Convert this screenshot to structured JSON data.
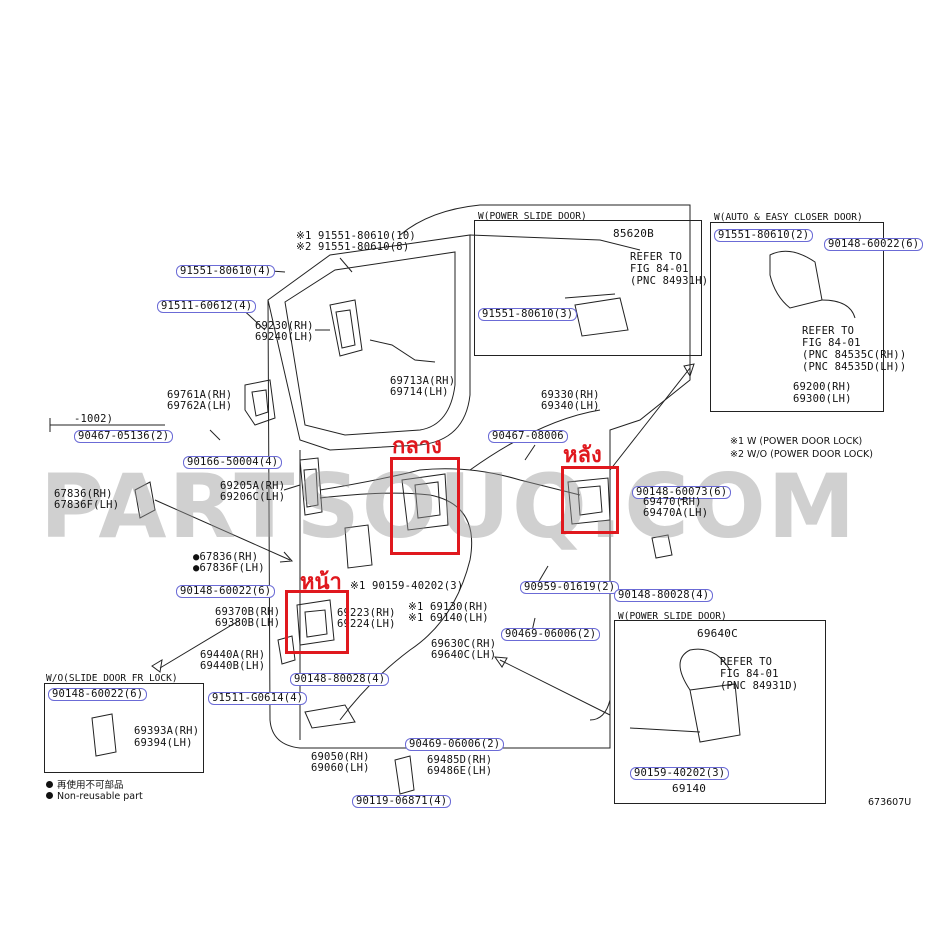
{
  "box_power_slide_door_top": {
    "title": "W(POWER SLIDE DOOR)",
    "part": "85620B",
    "refer": [
      "REFER TO",
      "FIG 84-01",
      "(PNC 84931H)"
    ],
    "bolt": "91551-80610(3)"
  },
  "box_auto_closer": {
    "title": "W(AUTO & EASY CLOSER DOOR)",
    "bolt": "91551-80610(2)",
    "screw": "90148-60022(6)",
    "refer": [
      "REFER TO",
      "FIG 84-01",
      "(PNC 84535C(RH))",
      "(PNC 84535D(LH))"
    ],
    "parts": [
      "69200(RH)",
      "69300(LH)"
    ]
  },
  "box_power_slide_door_bottom": {
    "title": "W(POWER SLIDE DOOR)",
    "part": "69640C",
    "refer": [
      "REFER TO",
      "FIG 84-01",
      "(PNC 84931D)"
    ],
    "bolt": "90159-40202(3)",
    "part2": "69140"
  },
  "box_wo_slide_door": {
    "title": "W/O(SLIDE DOOR FR LOCK)",
    "screw": "90148-60022(6)",
    "parts": [
      "69393A(RH)",
      "69394(LH)"
    ]
  },
  "labels": {
    "l1": "※1 91551-80610(10)",
    "l2": "※2 91551-80610(8)",
    "l3": "91551-80610(4)",
    "l4": "91511-60612(4)",
    "l5a": "69230(RH)",
    "l5b": "69240(LH)",
    "l6a": "69713A(RH)",
    "l6b": "69714(LH)",
    "l7a": "69761A(RH)",
    "l7b": "69762A(LH)",
    "l8": "-1002)",
    "l9": "90467-05136(2)",
    "l10": "90166-50004(4)",
    "l11a": "69330(RH)",
    "l11b": "69340(LH)",
    "l12": "90467-08006",
    "l13a": "69205A(RH)",
    "l13b": "69206C(LH)",
    "l14a": "67836(RH)",
    "l14b": "67836F(LH)",
    "l15a": "●67836(RH)",
    "l15b": "●67836F(LH)",
    "l16": "90148-60022(6)",
    "l17": "※1 90159-40202(3)",
    "l18a": "69370B(RH)",
    "l18b": "69380B(LH)",
    "l19a": "69223(RH)",
    "l19b": "69224(LH)",
    "l20a": "※1 69130(RH)",
    "l20b": "※1 69140(LH)",
    "l21a": "69440A(RH)",
    "l21b": "69440B(LH)",
    "l22": "90148-80028(4)",
    "l23a": "69630C(RH)",
    "l23b": "69640C(LH)",
    "l24": "90469-06006(2)",
    "l25": "90959-01619(2)",
    "l26": "90148-60073(6)",
    "l27a": "69470(RH)",
    "l27b": "69470A(LH)",
    "l28": "90148-80028(4)",
    "l29": "91511-G0614(4)",
    "l30": "90469-06006(2)",
    "l31a": "69050(RH)",
    "l31b": "69060(LH)",
    "l32a": "69485D(RH)",
    "l32b": "69486E(LH)",
    "l33": "90119-06871(4)",
    "note1": "※1 W (POWER DOOR LOCK)",
    "note2": "※2 W/O (POWER DOOR LOCK)",
    "legend_jp": "再使用不可部品",
    "legend_en": "Non-reusable part",
    "figure_code": "673607U"
  },
  "annotations": {
    "middle": "กลาง",
    "rear": "หลัง",
    "front": "หน้า"
  },
  "watermark": "PARTSOUQ.COM",
  "colors": {
    "highlight": "#e0181e",
    "pill_border": "#6b6bd6",
    "line": "#222222"
  }
}
